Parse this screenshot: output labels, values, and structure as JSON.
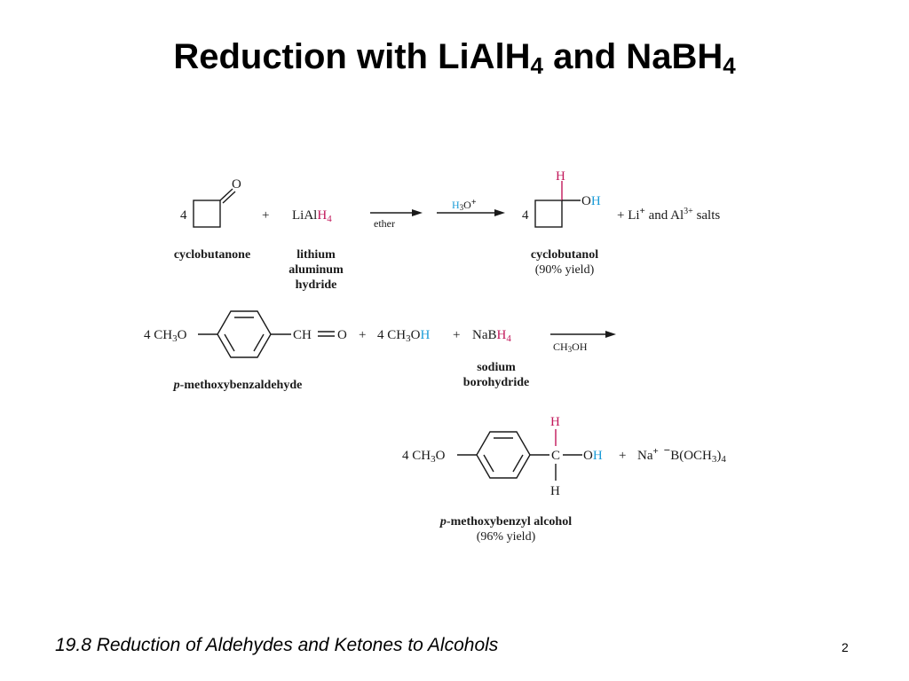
{
  "slide": {
    "title_main": "Reduction with LiAlH",
    "title_sub1": "4",
    "title_mid": " and NaBH",
    "title_sub2": "4",
    "footer": "19.8 Reduction of Aldehydes and Ketones to Alcohols",
    "page_number": "2"
  },
  "reaction1": {
    "coef_ketone": "4",
    "ketone_O": "O",
    "plus": "+",
    "reagent_a": "LiAl",
    "reagent_h": "H",
    "reagent_sub": "4",
    "arrow1_label": "ether",
    "arrow2_label_h": "H",
    "arrow2_label_sub": "3",
    "arrow2_label_o": "O",
    "arrow2_label_plus": "+",
    "coef_product": "4",
    "product_H": "H",
    "product_O": "O",
    "product_OH_H": "H",
    "byproduct_a": "+  Li",
    "byproduct_plus": "+",
    "byproduct_b": " and Al",
    "byproduct_sup": "3+",
    "byproduct_c": " salts",
    "label_ketone": "cyclobutanone",
    "label_reagent": [
      "lithium",
      "aluminum",
      "hydride"
    ],
    "label_product": "cyclobutanol",
    "yield_product": "(90% yield)"
  },
  "reaction2": {
    "reactant_prefix": "4 CH",
    "reactant_sub": "3",
    "reactant_O": "O",
    "aldehyde_group": "CH",
    "aldehyde_O": "O",
    "plus1": "+",
    "methanol_a": "4 CH",
    "methanol_sub": "3",
    "methanol_O": "O",
    "methanol_H": "H",
    "plus2": "+",
    "reagent_a": "NaB",
    "reagent_h": "H",
    "reagent_sub": "4",
    "arrow_label_a": "CH",
    "arrow_label_sub": "3",
    "arrow_label_b": "OH",
    "label_reactant_italic": "p",
    "label_reactant": "-methoxybenzaldehyde",
    "label_reagent": [
      "sodium",
      "borohydride"
    ]
  },
  "product2": {
    "prefix": "4 CH",
    "prefix_sub": "3",
    "prefix_O": "O",
    "H_top": "H",
    "C": "C",
    "O": "O",
    "OH_H": "H",
    "H_bottom": "H",
    "plus": "+",
    "na": "Na",
    "na_plus": "+",
    "minus": "−",
    "borate_a": "B(OCH",
    "borate_sub3": "3",
    "borate_b": ")",
    "borate_sub4": "4",
    "label_italic": "p",
    "label": "-methoxybenzyl alcohol",
    "yield": "(96% yield)"
  },
  "colors": {
    "hydride_h": "#c2185b",
    "proton_h": "#1a9bd7"
  }
}
